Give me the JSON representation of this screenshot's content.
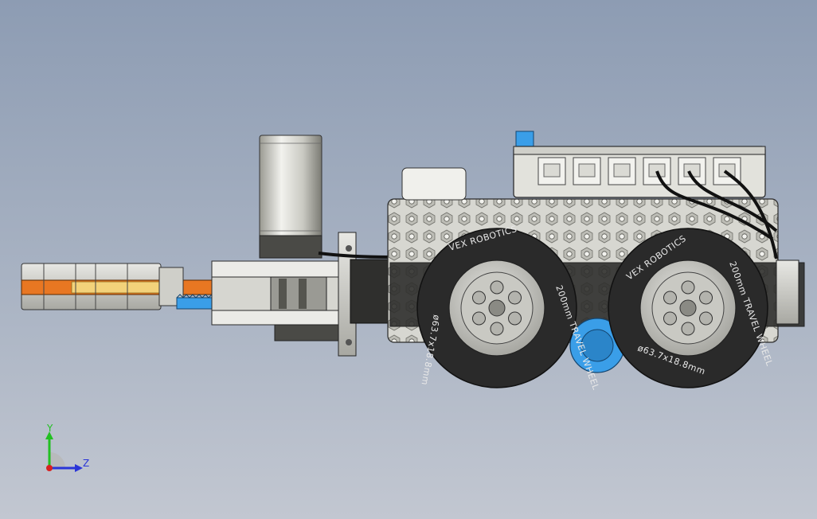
{
  "wheel_front": {
    "brand": "VEX ROBOTICS",
    "model": "200mm TRAVEL WHEEL",
    "size": "ø63.7x18.8mm"
  },
  "wheel_rear": {
    "brand": "VEX ROBOTICS",
    "model": "200mm TRAVEL WHEEL",
    "size": "ø63.7x18.8mm"
  },
  "triad": {
    "y_label": "Y",
    "z_label": "Z",
    "y_color": "#22c022",
    "z_color": "#2a35d8",
    "origin_color": "#d82020"
  },
  "colors": {
    "plastic_orange": "#e87722",
    "plastic_yellow": "#f3d27a",
    "gear_blue": "#3a9ee8",
    "frame_gray": "#d8d8d4",
    "tire_black": "#2a2a2a"
  },
  "ports": {
    "count": 6
  }
}
